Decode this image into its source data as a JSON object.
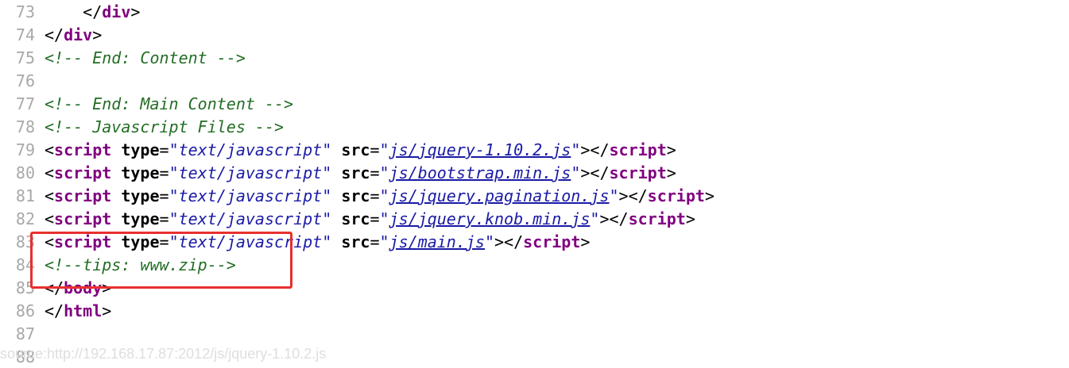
{
  "lines": [
    {
      "no": "73",
      "indent": "    ",
      "tokens": [
        [
          "tag",
          "</"
        ],
        [
          "tn",
          "div"
        ],
        [
          "tag",
          ">"
        ]
      ]
    },
    {
      "no": "74",
      "indent": "",
      "tokens": [
        [
          "tag",
          "</"
        ],
        [
          "tn",
          "div"
        ],
        [
          "tag",
          ">"
        ]
      ]
    },
    {
      "no": "75",
      "indent": "",
      "tokens": [
        [
          "cm",
          "<!-- End: Content -->"
        ]
      ]
    },
    {
      "no": "76",
      "indent": "",
      "tokens": []
    },
    {
      "no": "77",
      "indent": "",
      "tokens": [
        [
          "cm",
          "<!-- End: Main Content -->"
        ]
      ]
    },
    {
      "no": "78",
      "indent": "",
      "tokens": [
        [
          "cm",
          "<!-- Javascript Files -->"
        ]
      ]
    },
    {
      "no": "79",
      "indent": "",
      "tokens": [
        [
          "tag",
          "<"
        ],
        [
          "tn",
          "script"
        ],
        [
          "sp",
          " "
        ],
        [
          "an",
          "type"
        ],
        [
          "tag",
          "="
        ],
        [
          "av",
          "\"text/javascript\""
        ],
        [
          "sp",
          " "
        ],
        [
          "an",
          "src"
        ],
        [
          "tag",
          "="
        ],
        [
          "av",
          "\""
        ],
        [
          "lnk",
          "js/jquery-1.10.2.js"
        ],
        [
          "av",
          "\""
        ],
        [
          "tag",
          "></"
        ],
        [
          "tn",
          "script"
        ],
        [
          "tag",
          ">"
        ]
      ]
    },
    {
      "no": "80",
      "indent": "",
      "tokens": [
        [
          "tag",
          "<"
        ],
        [
          "tn",
          "script"
        ],
        [
          "sp",
          " "
        ],
        [
          "an",
          "type"
        ],
        [
          "tag",
          "="
        ],
        [
          "av",
          "\"text/javascript\""
        ],
        [
          "sp",
          " "
        ],
        [
          "an",
          "src"
        ],
        [
          "tag",
          "="
        ],
        [
          "av",
          "\""
        ],
        [
          "lnk",
          "js/bootstrap.min.js"
        ],
        [
          "av",
          "\""
        ],
        [
          "tag",
          "></"
        ],
        [
          "tn",
          "script"
        ],
        [
          "tag",
          ">"
        ]
      ]
    },
    {
      "no": "81",
      "indent": "",
      "tokens": [
        [
          "tag",
          "<"
        ],
        [
          "tn",
          "script"
        ],
        [
          "sp",
          " "
        ],
        [
          "an",
          "type"
        ],
        [
          "tag",
          "="
        ],
        [
          "av",
          "\"text/javascript\""
        ],
        [
          "sp",
          " "
        ],
        [
          "an",
          "src"
        ],
        [
          "tag",
          "="
        ],
        [
          "av",
          "\""
        ],
        [
          "lnk",
          "js/jquery.pagination.js"
        ],
        [
          "av",
          "\""
        ],
        [
          "tag",
          "></"
        ],
        [
          "tn",
          "script"
        ],
        [
          "tag",
          ">"
        ]
      ]
    },
    {
      "no": "82",
      "indent": "",
      "tokens": [
        [
          "tag",
          "<"
        ],
        [
          "tn",
          "script"
        ],
        [
          "sp",
          " "
        ],
        [
          "an",
          "type"
        ],
        [
          "tag",
          "="
        ],
        [
          "av",
          "\"text/javascript\""
        ],
        [
          "sp",
          " "
        ],
        [
          "an",
          "src"
        ],
        [
          "tag",
          "="
        ],
        [
          "av",
          "\""
        ],
        [
          "lnk",
          "js/jquery.knob.min.js"
        ],
        [
          "av",
          "\""
        ],
        [
          "tag",
          "></"
        ],
        [
          "tn",
          "script"
        ],
        [
          "tag",
          ">"
        ]
      ]
    },
    {
      "no": "83",
      "indent": "",
      "tokens": [
        [
          "tag",
          "<"
        ],
        [
          "tn",
          "script"
        ],
        [
          "sp",
          " "
        ],
        [
          "an",
          "type"
        ],
        [
          "tag",
          "="
        ],
        [
          "av",
          "\"text/javascript\""
        ],
        [
          "sp",
          " "
        ],
        [
          "an",
          "src"
        ],
        [
          "tag",
          "="
        ],
        [
          "av",
          "\""
        ],
        [
          "lnk",
          "js/main.js"
        ],
        [
          "av",
          "\""
        ],
        [
          "tag",
          "></"
        ],
        [
          "tn",
          "script"
        ],
        [
          "tag",
          ">"
        ]
      ]
    },
    {
      "no": "84",
      "indent": "",
      "tokens": [
        [
          "cm",
          "<!--tips: www.zip-->"
        ]
      ]
    },
    {
      "no": "85",
      "indent": "",
      "tokens": [
        [
          "tag",
          "</"
        ],
        [
          "tn",
          "body"
        ],
        [
          "tag",
          ">"
        ]
      ]
    },
    {
      "no": "86",
      "indent": "",
      "tokens": [
        [
          "tag",
          "</"
        ],
        [
          "tn",
          "html"
        ],
        [
          "tag",
          ">"
        ]
      ]
    },
    {
      "no": "87",
      "indent": "",
      "tokens": []
    },
    {
      "no": "88",
      "indent": "",
      "tokens": []
    }
  ],
  "watermark": "source:http://192.168.17.87:2012/js/jquery-1.10.2.js",
  "colors": {
    "highlight": "#e8302f",
    "line_number": "#a8a8a8",
    "tag_name": "#800080",
    "attr_value": "#1a1aa6",
    "comment": "#236e25"
  }
}
